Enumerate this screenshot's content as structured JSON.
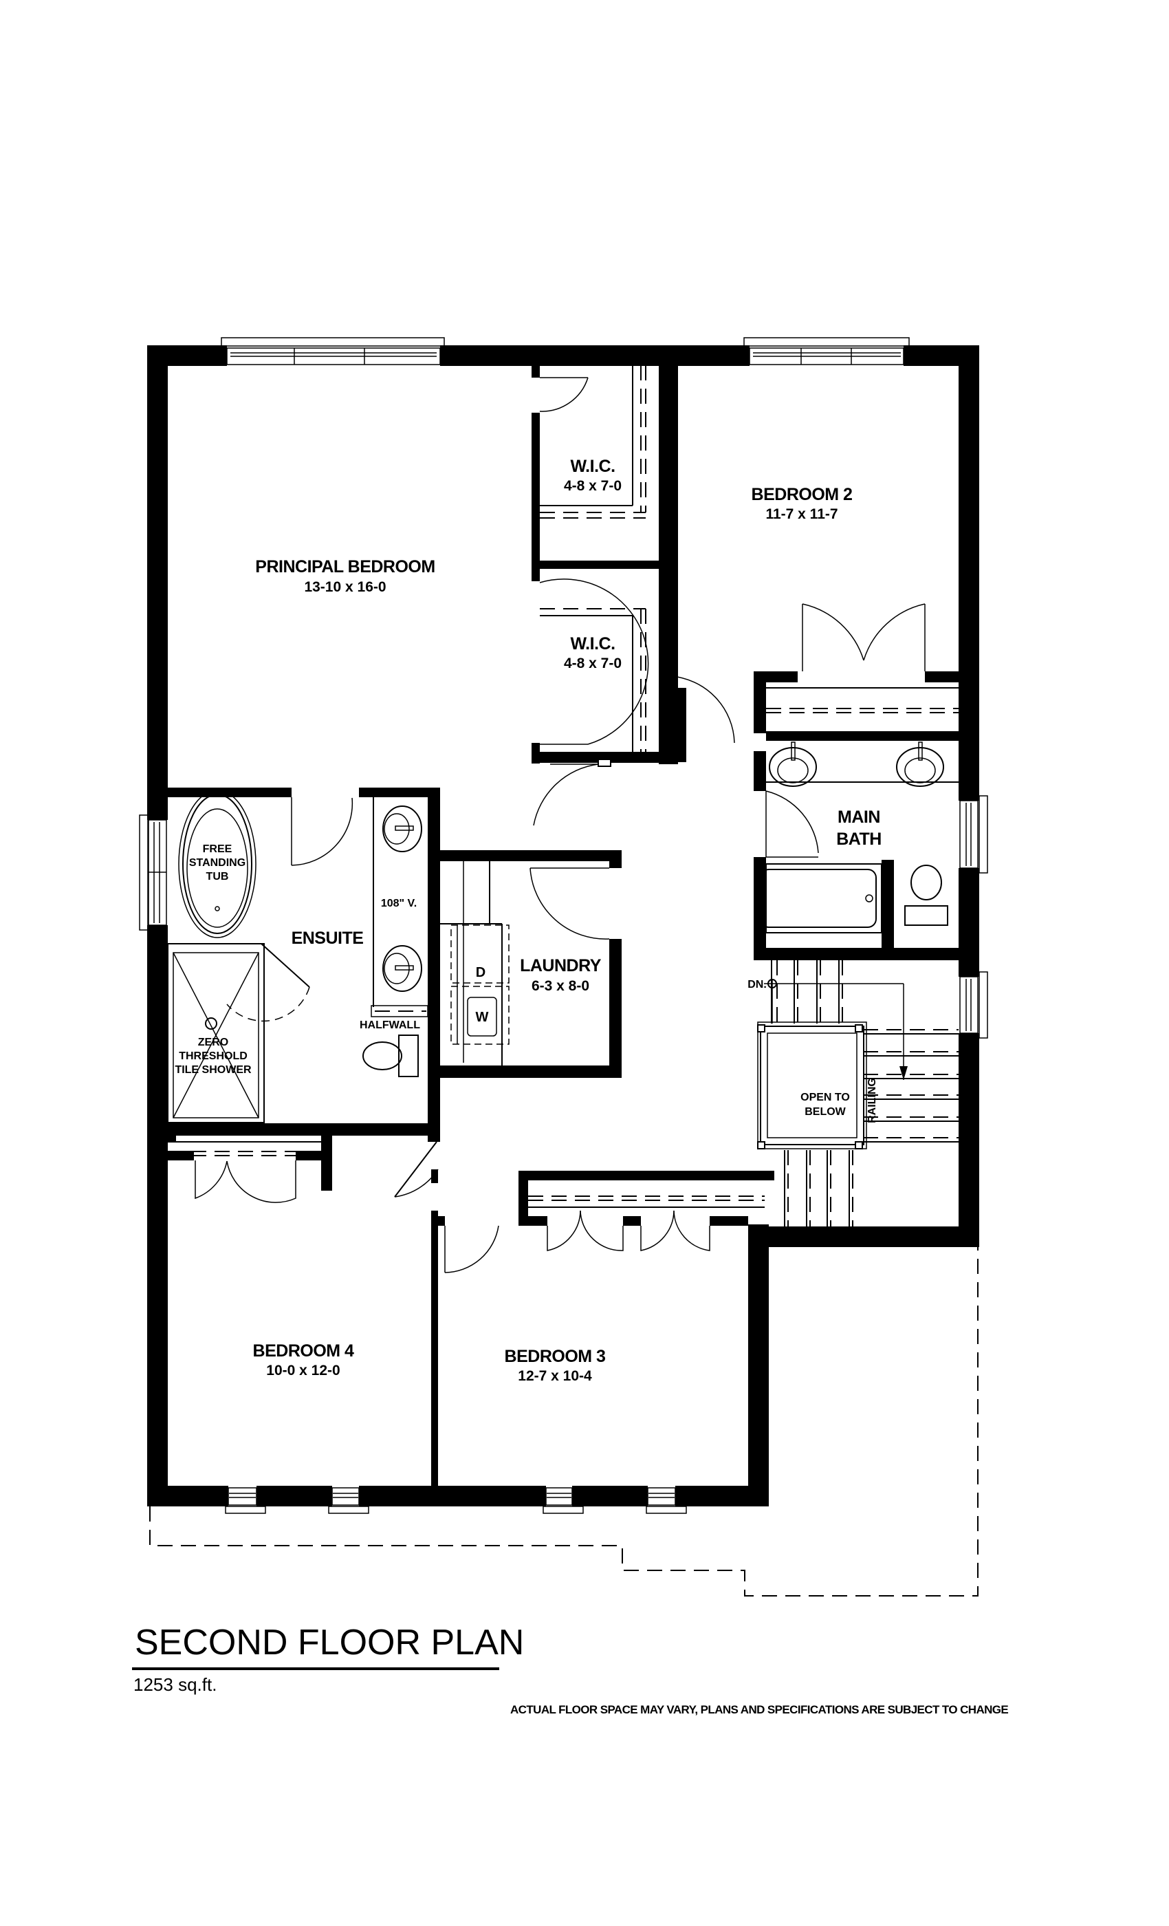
{
  "plan": {
    "title": "SECOND FLOOR PLAN",
    "area": "1253 sq.ft.",
    "disclaimer": "ACTUAL FLOOR SPACE MAY VARY, PLANS AND SPECIFICATIONS ARE SUBJECT TO CHANGE"
  },
  "rooms": {
    "principal_bedroom": {
      "name": "PRINCIPAL BEDROOM",
      "dims": "13-10 x 16-0"
    },
    "wic_1": {
      "name": "W.I.C.",
      "dims": "4-8 x 7-0"
    },
    "wic_2": {
      "name": "W.I.C.",
      "dims": "4-8 x 7-0"
    },
    "bedroom_2": {
      "name": "BEDROOM 2",
      "dims": "11-7 x 11-7"
    },
    "ensuite": {
      "name": "ENSUITE"
    },
    "laundry": {
      "name": "LAUNDRY",
      "dims": "6-3 x 8-0"
    },
    "main_bath": {
      "name_line1": "MAIN",
      "name_line2": "BATH"
    },
    "bedroom_4": {
      "name": "BEDROOM 4",
      "dims": "10-0 x 12-0"
    },
    "bedroom_3": {
      "name": "BEDROOM 3",
      "dims": "12-7 x 10-4"
    },
    "open_to_below": {
      "line1": "OPEN TO",
      "line2": "BELOW"
    }
  },
  "fixtures": {
    "tub": {
      "line1": "FREE",
      "line2": "STANDING",
      "line3": "TUB"
    },
    "shower": {
      "line1": "ZERO",
      "line2": "THRESHOLD",
      "line3": "TILE SHOWER"
    },
    "vanity": "108\" V.",
    "halfwall": "HALFWALL",
    "dryer": "D",
    "washer": "W",
    "stair_down": "DN.",
    "railing": "RAILING"
  },
  "colors": {
    "wall": "#000000",
    "background": "#ffffff"
  }
}
